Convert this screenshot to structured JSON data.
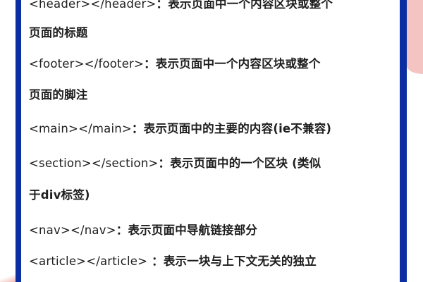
{
  "colors": {
    "border": "#0b2fa3",
    "text": "#1e1e1e",
    "accent_pink": "#f4c4c2",
    "background": "#ffffff"
  },
  "lines": [
    {
      "tag": "<header></header>",
      "sep": "：",
      "desc": "表示页面中一个内容区块或整个"
    },
    {
      "tag": "",
      "sep": "",
      "desc": "页面的标题"
    },
    {
      "tag": "<footer></footer>",
      "sep": "：",
      "desc": "表示页面中一个内容区块或整个"
    },
    {
      "tag": "",
      "sep": "",
      "desc": "页面的脚注"
    },
    {
      "tag": "<main></main>",
      "sep": "：",
      "desc": "表示页面中的主要的内容(ie不兼容)"
    },
    {
      "tag": "<section></section>",
      "sep": "：",
      "desc": "表示页面中的一个区块 (类似"
    },
    {
      "tag": "",
      "sep": "",
      "desc": "于div标签)"
    },
    {
      "tag": "<nav></nav>",
      "sep": "：",
      "desc": "表示页面中导航链接部分"
    },
    {
      "tag": "<article></article>",
      "sep": " ：",
      "desc": "表示一块与上下文无关的独立"
    }
  ]
}
